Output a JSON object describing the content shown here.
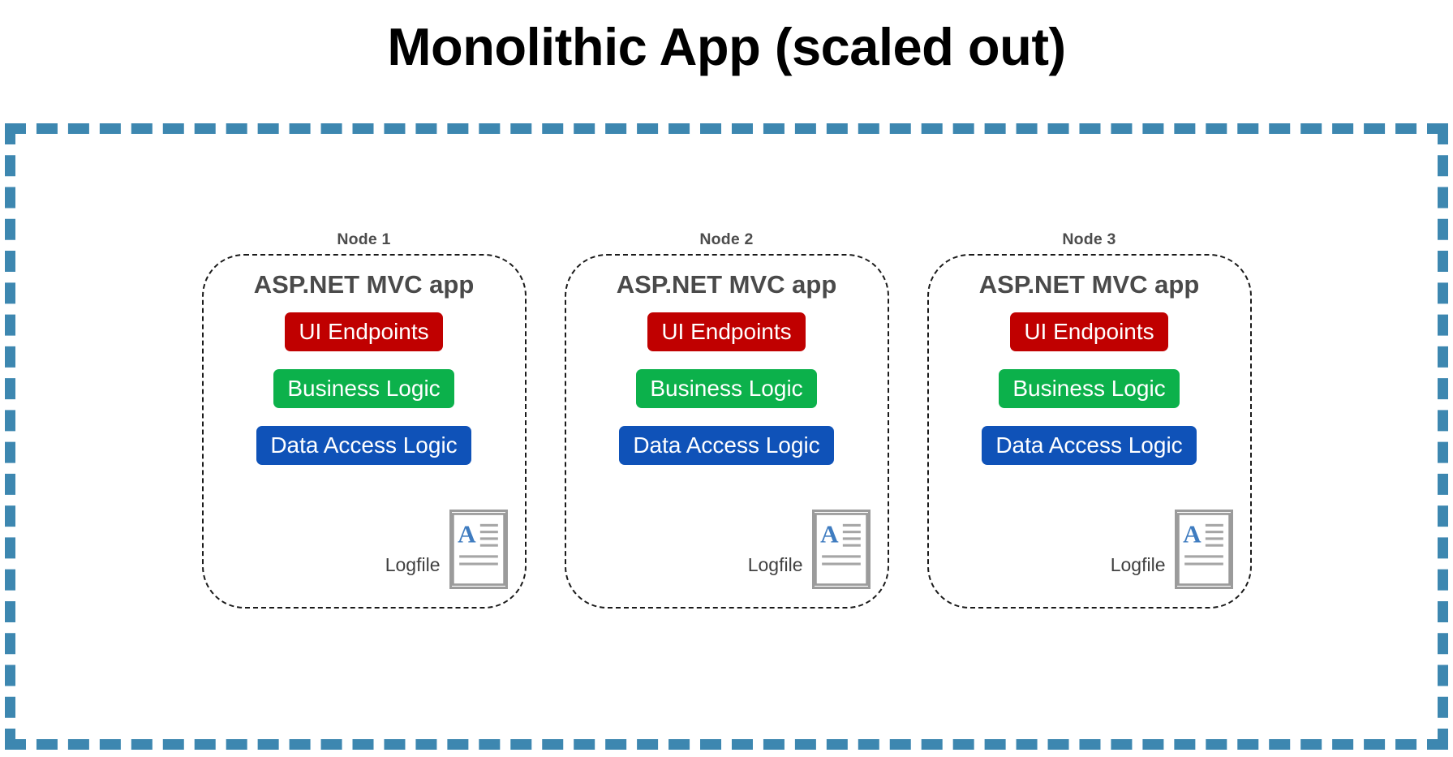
{
  "title": "Monolithic App (scaled out)",
  "colors": {
    "cluster_border": "#3d87b0",
    "node_border": "#1a1a1a",
    "ui_endpoints": "#c00000",
    "business_logic": "#0cb14b",
    "data_access_logic": "#0f52b8",
    "heading_text": "#4a4a4a",
    "node_label_text": "#4d4d4d",
    "logfile_letter": "#3f7cc0",
    "logfile_lines": "#a6a6a6",
    "logfile_border": "#9b9b9b",
    "title_text": "#000000",
    "background": "#ffffff"
  },
  "cluster": {
    "name": "cluster-boundary",
    "border_style": "dashed"
  },
  "nodes": [
    {
      "label": "Node 1",
      "app_title": "ASP.NET MVC app",
      "layers": [
        {
          "label": "UI Endpoints",
          "color": "#c00000"
        },
        {
          "label": "Business Logic",
          "color": "#0cb14b"
        },
        {
          "label": "Data Access Logic",
          "color": "#0f52b8"
        }
      ],
      "logfile": {
        "label": "Logfile",
        "icon": "document-text-icon"
      }
    },
    {
      "label": "Node 2",
      "app_title": "ASP.NET MVC app",
      "layers": [
        {
          "label": "UI Endpoints",
          "color": "#c00000"
        },
        {
          "label": "Business Logic",
          "color": "#0cb14b"
        },
        {
          "label": "Data Access Logic",
          "color": "#0f52b8"
        }
      ],
      "logfile": {
        "label": "Logfile",
        "icon": "document-text-icon"
      }
    },
    {
      "label": "Node 3",
      "app_title": "ASP.NET MVC app",
      "layers": [
        {
          "label": "UI Endpoints",
          "color": "#c00000"
        },
        {
          "label": "Business Logic",
          "color": "#0cb14b"
        },
        {
          "label": "Data Access Logic",
          "color": "#0f52b8"
        }
      ],
      "logfile": {
        "label": "Logfile",
        "icon": "document-text-icon"
      }
    }
  ]
}
